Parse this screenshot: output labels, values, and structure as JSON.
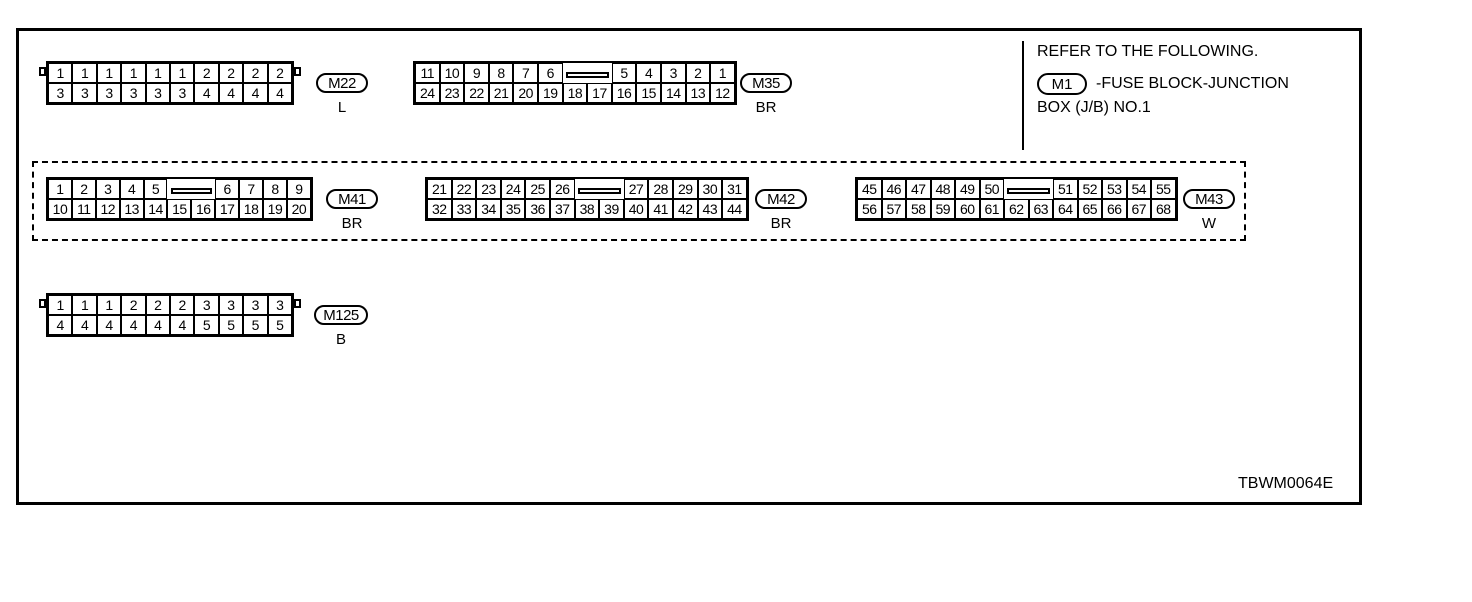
{
  "connectors": [
    {
      "id": "M22",
      "color": "L",
      "rows": [
        [
          "1",
          "1",
          "1",
          "1",
          "1",
          "1",
          "2",
          "2",
          "2",
          "2"
        ],
        [
          "3",
          "3",
          "3",
          "3",
          "3",
          "3",
          "4",
          "4",
          "4",
          "4"
        ]
      ],
      "lugs": true
    },
    {
      "id": "M35",
      "color": "BR",
      "rows": [
        [
          "11",
          "10",
          "9",
          "8",
          "7",
          "6",
          "",
          "",
          "5",
          "4",
          "3",
          "2",
          "1"
        ],
        [
          "24",
          "23",
          "22",
          "21",
          "20",
          "19",
          "18",
          "17",
          "16",
          "15",
          "14",
          "13",
          "12"
        ]
      ],
      "lugs": false
    },
    {
      "id": "M41",
      "color": "BR",
      "rows": [
        [
          "1",
          "2",
          "3",
          "4",
          "5",
          "",
          "",
          "6",
          "7",
          "8",
          "9"
        ],
        [
          "10",
          "11",
          "12",
          "13",
          "14",
          "15",
          "16",
          "17",
          "18",
          "19",
          "20"
        ]
      ],
      "lugs": false
    },
    {
      "id": "M42",
      "color": "BR",
      "rows": [
        [
          "21",
          "22",
          "23",
          "24",
          "25",
          "26",
          "",
          "",
          "27",
          "28",
          "29",
          "30",
          "31"
        ],
        [
          "32",
          "33",
          "34",
          "35",
          "36",
          "37",
          "38",
          "39",
          "40",
          "41",
          "42",
          "43",
          "44"
        ]
      ],
      "lugs": false
    },
    {
      "id": "M43",
      "color": "W",
      "rows": [
        [
          "45",
          "46",
          "47",
          "48",
          "49",
          "50",
          "",
          "",
          "51",
          "52",
          "53",
          "54",
          "55"
        ],
        [
          "56",
          "57",
          "58",
          "59",
          "60",
          "61",
          "62",
          "63",
          "64",
          "65",
          "66",
          "67",
          "68"
        ]
      ],
      "lugs": false
    },
    {
      "id": "M125",
      "color": "B",
      "rows": [
        [
          "1",
          "1",
          "1",
          "2",
          "2",
          "2",
          "3",
          "3",
          "3",
          "3"
        ],
        [
          "4",
          "4",
          "4",
          "4",
          "4",
          "4",
          "5",
          "5",
          "5",
          "5"
        ]
      ],
      "lugs": true
    }
  ],
  "reference": {
    "heading": "REFER TO THE FOLLOWING.",
    "badge": "M1",
    "line1": "-FUSE BLOCK-JUNCTION",
    "line2": "BOX (J/B) NO.1"
  },
  "figure_code": "TBWM0064E"
}
